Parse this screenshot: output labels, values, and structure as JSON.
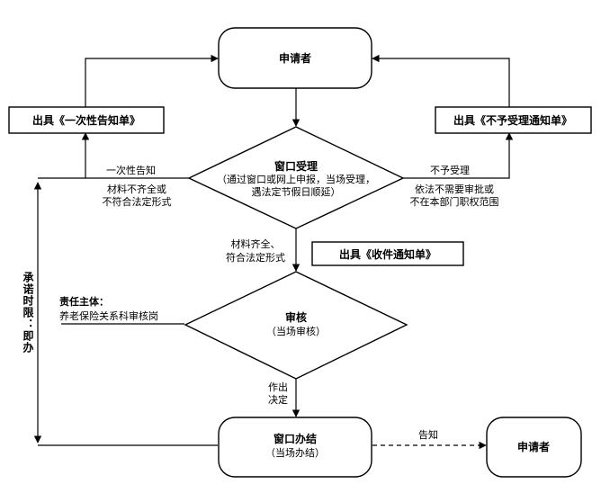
{
  "nodes": {
    "applicant_top": "申请者",
    "notice_once": "出具《一次性告知单》",
    "notice_reject": "出具《不予受理通知单》",
    "window_accept_title": "窗口受理",
    "window_accept_line1": "（通过窗口或网上申报，当场受理，",
    "window_accept_line2": "遇法定节假日顺延）",
    "receipt_notice": "出具《收件通知单》",
    "review_title": "审核",
    "review_sub": "（当场审核）",
    "window_done_title": "窗口办结",
    "window_done_sub": "（当场办结）",
    "applicant_bottom": "申请者"
  },
  "labels": {
    "once_notice": "一次性告知",
    "incomplete_1": "材料不齐全或",
    "incomplete_2": "不符合法定形式",
    "reject": "不予受理",
    "reject_reason_1": "依法不需要审批或",
    "reject_reason_2": "不在本部门职权范围",
    "complete_1": "材料齐全、",
    "complete_2": "符合法定形式",
    "responsible_title": "责任主体：",
    "responsible_dept": "养老保险关系科审核岗",
    "decide_1": "作出",
    "decide_2": "决定",
    "inform": "告知",
    "promise_time": "承诺时限：即办"
  }
}
